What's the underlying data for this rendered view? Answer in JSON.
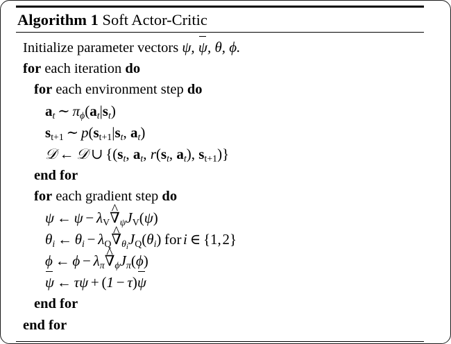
{
  "figure": {
    "kind": "algorithm-pseudocode-block",
    "title": {
      "keyword": "Algorithm 1",
      "name": "Soft Actor-Critic"
    },
    "rules": {
      "top": "thick",
      "under_title": "thin",
      "bottom": "thin"
    },
    "lines": [
      {
        "id": "line-initialize",
        "indent": 0,
        "text": "Initialize parameter vectors ψ, ψ̄, θ, ϕ."
      },
      {
        "id": "line-for-iteration",
        "indent": 0,
        "text": "for each iteration do"
      },
      {
        "id": "line-for-environment-step",
        "indent": 1,
        "text": "for each environment step do"
      },
      {
        "id": "line-sample-action",
        "indent": 2,
        "text": "a_t ~ π_ϕ(a_t|s_t)"
      },
      {
        "id": "line-sample-next-state",
        "indent": 2,
        "text": "s_{t+1} ~ p(s_{t+1}|s_t, a_t)"
      },
      {
        "id": "line-replay-buffer-update",
        "indent": 2,
        "text": "D ← D ∪ {(s_t, a_t, r(s_t, a_t), s_{t+1})}"
      },
      {
        "id": "line-end-for-environment-step",
        "indent": 1,
        "text": "end for"
      },
      {
        "id": "line-for-gradient-step",
        "indent": 1,
        "text": "for each gradient step do"
      },
      {
        "id": "line-update-psi",
        "indent": 2,
        "text": "ψ ← ψ − λ_V ∇̂_ψ J_V(ψ)"
      },
      {
        "id": "line-update-theta",
        "indent": 2,
        "text": "θ_i ← θ_i − λ_Q ∇̂_{θ_i} J_Q(θ_i) for i ∈ {1, 2}"
      },
      {
        "id": "line-update-phi",
        "indent": 2,
        "text": "ϕ ← ϕ − λ_π ∇̂_ϕ J_π(ϕ)"
      },
      {
        "id": "line-update-target-psi",
        "indent": 2,
        "text": "ψ̄ ← τψ + (1 − τ)ψ̄"
      },
      {
        "id": "line-end-for-gradient-step",
        "indent": 1,
        "text": "end for"
      },
      {
        "id": "line-end-for-iteration",
        "indent": 0,
        "text": "end for"
      }
    ],
    "symbols": {
      "psi": "ψ",
      "psi_bar": "ψ̄",
      "theta": "θ",
      "phi": "ϕ",
      "pi": "π",
      "tau": "τ",
      "lambda": "λ",
      "nabla_hat": "∇̂",
      "dataset": "D",
      "arrow_left": "←",
      "tilde": "∼",
      "union": "∪",
      "element_of": "∈"
    },
    "colors": {
      "text": "#000000",
      "background": "#ffffff",
      "rule": "#000000"
    }
  }
}
